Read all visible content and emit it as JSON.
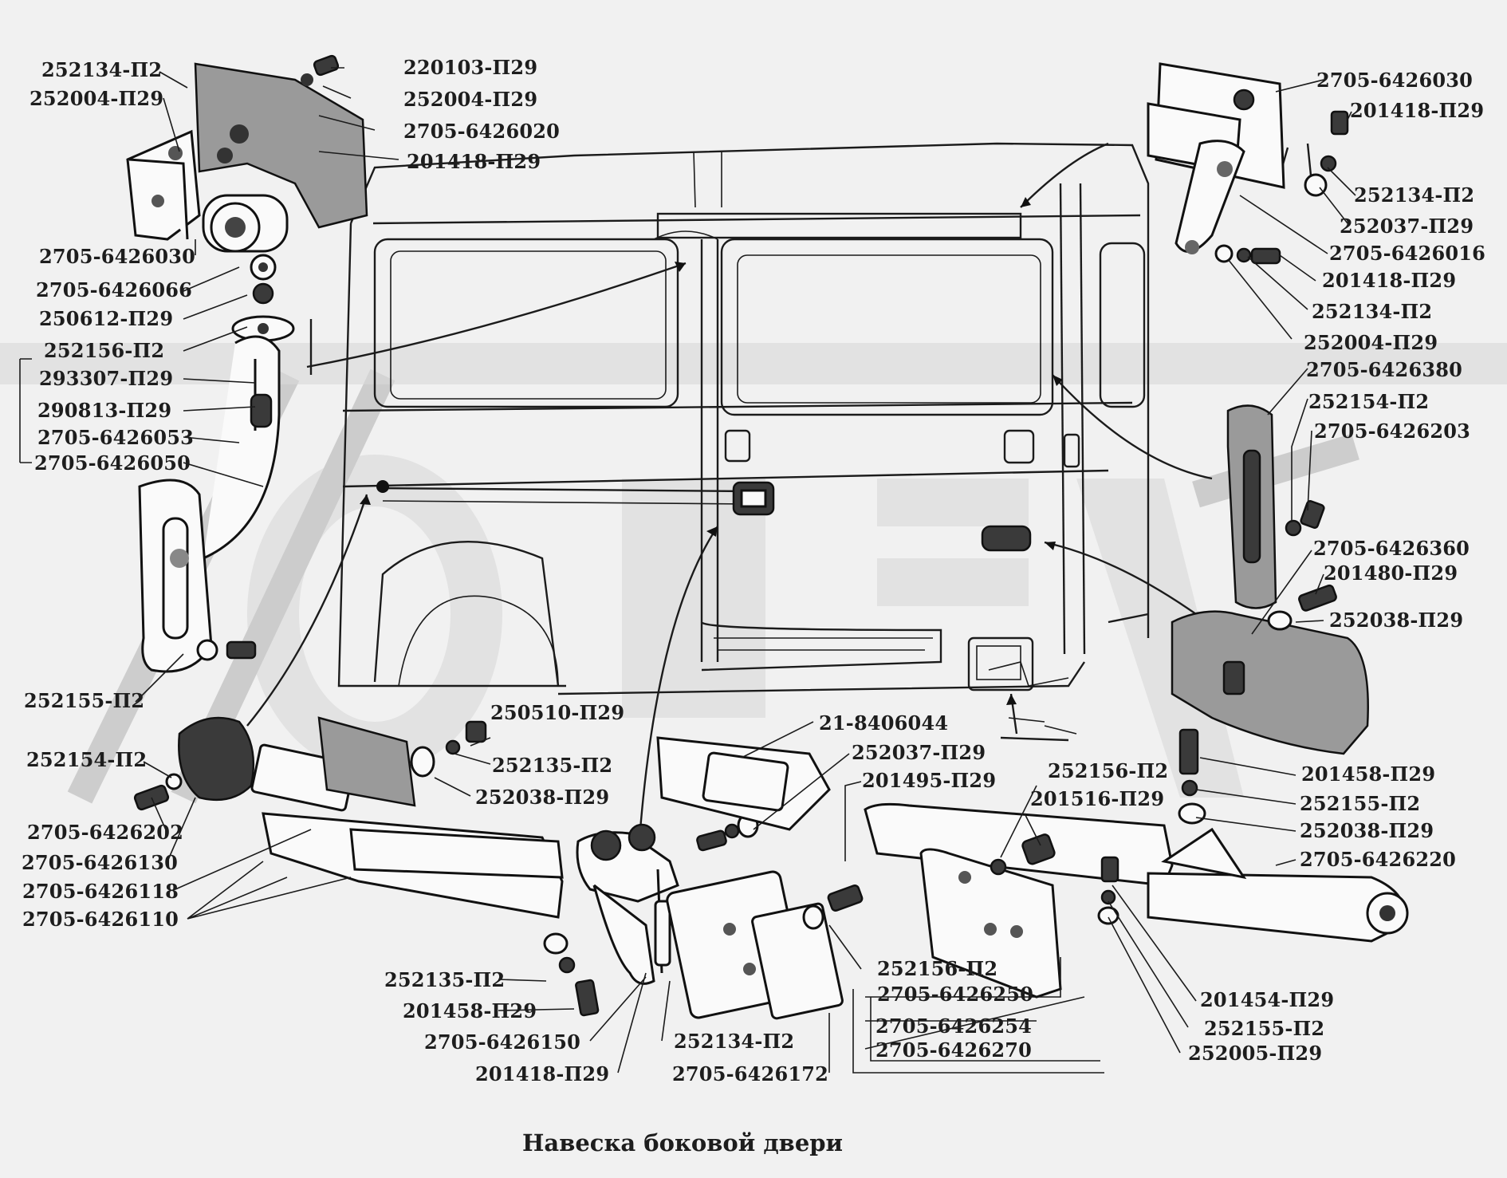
{
  "title": "Навеска боковой двери",
  "labels": {
    "l01": "252134-П2",
    "l02": "220103-П29",
    "l03": "252004-П29",
    "l04": "252004-П29",
    "l05": "2705-6426020",
    "l06": "201418-П29",
    "l07": "2705-6426030",
    "l08": "2705-6426066",
    "l09": "250612-П29",
    "l10": "252156-П2",
    "l11": "293307-П29",
    "l12": "290813-П29",
    "l13": "2705-6426053",
    "l14": "2705-6426050",
    "l15": "252155-П2",
    "l16": "252154-П2",
    "l17": "2705-6426202",
    "l18": "2705-6426130",
    "l19": "2705-6426118",
    "l20": "2705-6426110",
    "l21": "250510-П29",
    "l22": "252135-П2",
    "l23": "252038-П29",
    "l24": "252135-П2",
    "l25": "201458-П29",
    "l26": "2705-6426150",
    "l27": "201418-П29",
    "l28": "21-8406044",
    "l29": "252037-П29",
    "l30": "201495-П29",
    "l31": "252134-П2",
    "l32": "2705-6426172",
    "l33": "252156-П2",
    "l34": "2705-6426250",
    "l35": "2705-6426254",
    "l36": "2705-6426270",
    "l37": "252156-П2",
    "l38": "201516-П29",
    "l39": "201454-П29",
    "l40": "252155-П2",
    "l41": "252005-П29",
    "l42": "2705-6426030",
    "l43": "201418-П29",
    "l44": "252134-П2",
    "l45": "252037-П29",
    "l46": "2705-6426016",
    "l47": "201418-П29",
    "l48": "252134-П2",
    "l49": "252004-П29",
    "l50": "2705-6426380",
    "l51": "252154-П2",
    "l52": "2705-6426203",
    "l53": "2705-6426360",
    "l54": "201480-П29",
    "l55": "252038-П29",
    "l56": "201458-П29",
    "l57": "252155-П2",
    "l58": "252038-П29",
    "l59": "2705-6426220"
  }
}
